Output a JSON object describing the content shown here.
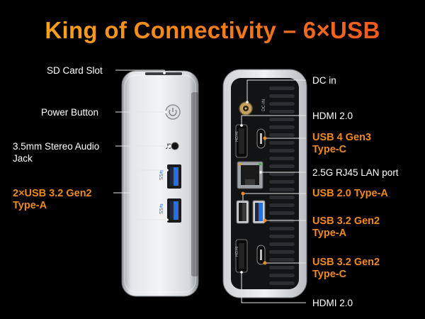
{
  "title": "King of Connectivity – 6×USB",
  "colors": {
    "accent": "#f08a1c",
    "text": "#ffffff",
    "background": "#000000"
  },
  "left_labels": {
    "sd_card": "SD Card Slot",
    "power": "Power Button",
    "audio_line1": "3.5mm Stereo Audio",
    "audio_line2": "Jack",
    "usb_a_line1": "2×USB 3.2 Gen2",
    "usb_a_line2": "Type-A"
  },
  "right_labels": {
    "dc_in": "DC in",
    "hdmi_top": "HDMI 2.0",
    "usb4_line1": "USB 4 Gen3",
    "usb4_line2": "Type-C",
    "lan": "2.5G RJ45 LAN port",
    "usb2": "USB 2.0 Type-A",
    "usb32a_line1": "USB 3.2 Gen2",
    "usb32a_line2": "Type-A",
    "usb32c_line1": "USB 3.2 Gen2",
    "usb32c_line2": "Type-C",
    "hdmi_bottom": "HDMI 2.0"
  },
  "port_markings": {
    "hdmi": "HDMI",
    "ss": "SS⇆",
    "dc": "DC-IN"
  }
}
